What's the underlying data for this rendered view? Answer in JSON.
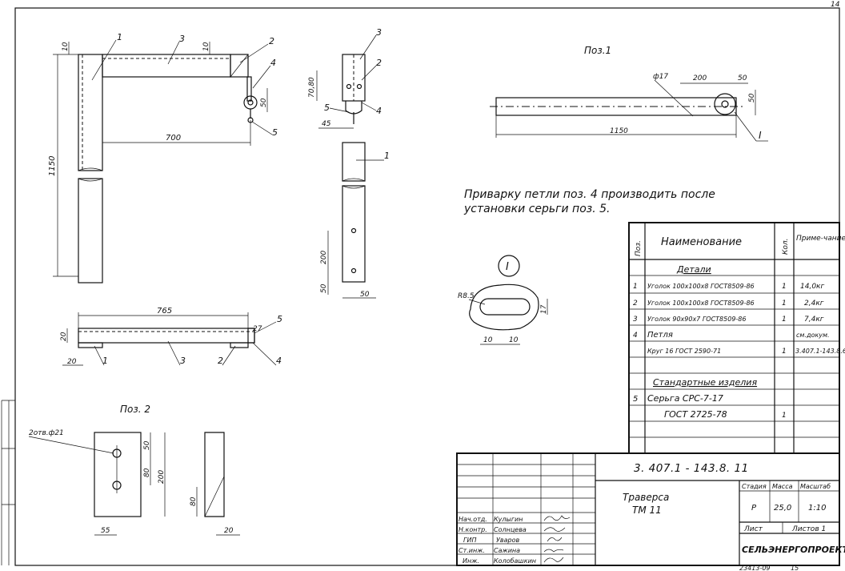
{
  "corner": {
    "sheet_mark": "14"
  },
  "dims": {
    "d10a": "10",
    "d10b": "10",
    "d700": "700",
    "d50a": "50",
    "d1150": "1150",
    "d1080": "70,80",
    "d45": "45",
    "p1_d17": "ф17",
    "p1_d200": "200",
    "p1_d50a": "50",
    "p1_d50b": "50",
    "p1_d1150": "1150",
    "d200b": "200",
    "d50b": "50",
    "d50c": "50",
    "d765": "765",
    "d27": "27",
    "d20a": "20",
    "d20b": "20",
    "det_r": "R8.5",
    "det_17": "17",
    "det_10a": "10",
    "det_10b": "10",
    "p2_holes": "2отв.ф21",
    "p2_50": "50",
    "p2_80": "80",
    "p2_200": "200",
    "p2_80b": "80",
    "p2_55": "55",
    "p2_20": "20"
  },
  "leaders": {
    "l1": "1",
    "l2": "2",
    "l3": "3",
    "l4": "4",
    "l5": "5",
    "s3": "3",
    "s2": "2",
    "s5": "5",
    "s4": "4",
    "s1": "1",
    "p1_I": "I",
    "b1": "1",
    "b3": "3",
    "b2": "2",
    "b4": "4",
    "b5": "5",
    "detail_mark": "I"
  },
  "positions": {
    "pos1": "Поз.1",
    "pos2": "Поз. 2"
  },
  "note": {
    "line1": "Приварку петли поз. 4 производить после",
    "line2": "установки серьги поз. 5."
  },
  "spec": {
    "headers": {
      "pos": "Поз.",
      "name": "Наименование",
      "qty": "Кол.",
      "note": "Приме-чание"
    },
    "section_details": "Детали",
    "rows": [
      {
        "pos": "1",
        "name": "Уголок 100х100х8 ГОСТ8509-86",
        "qty": "1",
        "note": "14,0кг"
      },
      {
        "pos": "2",
        "name": "Уголок 100х100х8 ГОСТ8509-86",
        "qty": "1",
        "note": "2,4кг"
      },
      {
        "pos": "3",
        "name": "Уголок 90х90х7 ГОСТ8509-86",
        "qty": "1",
        "note": "7,4кг"
      },
      {
        "pos": "4",
        "name": "Петля",
        "qty": "",
        "note": "см.докум."
      },
      {
        "pos": "",
        "name": "Круг 16 ГОСТ 2590-71",
        "qty": "1",
        "note": "3.407.1-143.8.6"
      }
    ],
    "section_std": "Стандартные изделия",
    "std_rows": [
      {
        "pos": "5",
        "name": "Серьга СРС-7-17",
        "qty": "",
        "note": ""
      },
      {
        "pos": "",
        "name": "ГОСТ 2725-78",
        "qty": "1",
        "note": ""
      }
    ]
  },
  "title_block": {
    "code": "3. 407.1 - 143.8. 11",
    "name1": "Траверса",
    "name2": "ТМ 11",
    "stage_h": "Стадия",
    "mass_h": "Масса",
    "scale_h": "Масштаб",
    "stage": "Р",
    "mass": "25,0",
    "scale": "1:10",
    "sheet_h": "Лист",
    "sheets_h": "Листов 1",
    "org": "СЕЛЬЭНЕРГОПРОЕКТ",
    "signers": [
      {
        "role": "Нач.отд.",
        "name": "Кулыгин"
      },
      {
        "role": "Н.контр.",
        "name": "Солнцева"
      },
      {
        "role": "ГИП",
        "name": "Уваров"
      },
      {
        "role": "Ст.инж.",
        "name": "Сажина"
      },
      {
        "role": "Инж.",
        "name": "Колобашкин"
      }
    ],
    "footer": "23413-09",
    "footer_sheet": "15"
  }
}
